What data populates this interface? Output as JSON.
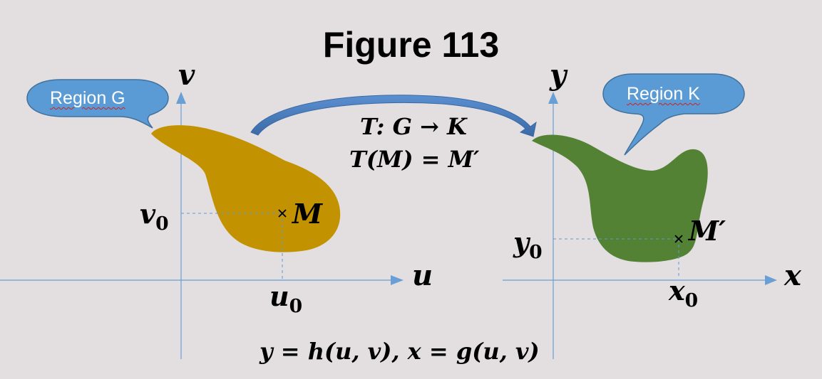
{
  "title": "Figure 113",
  "left_panel": {
    "region_label": "Region G",
    "axis_h": "u",
    "axis_v": "v",
    "tick_h": "u",
    "tick_h_sub": "0",
    "tick_v": "v",
    "tick_v_sub": "0",
    "point_label": "M",
    "region_color": "#c39200"
  },
  "right_panel": {
    "region_label": "Region K",
    "axis_h": "x",
    "axis_v": "y",
    "tick_h": "x",
    "tick_h_sub": "0",
    "tick_v": "y",
    "tick_v_sub": "0",
    "point_label": "M′",
    "region_color": "#548235"
  },
  "mapping": {
    "line1": "T: G → K",
    "line2": "T(M) = M′"
  },
  "formula": "y = h(u, v), x = g(u, v)",
  "colors": {
    "background": "#e3dfe1",
    "axis": "#6a9fd6",
    "callout": "#5b9bd5",
    "callout_border": "#41719c",
    "arrow": "#4a7ebb"
  }
}
